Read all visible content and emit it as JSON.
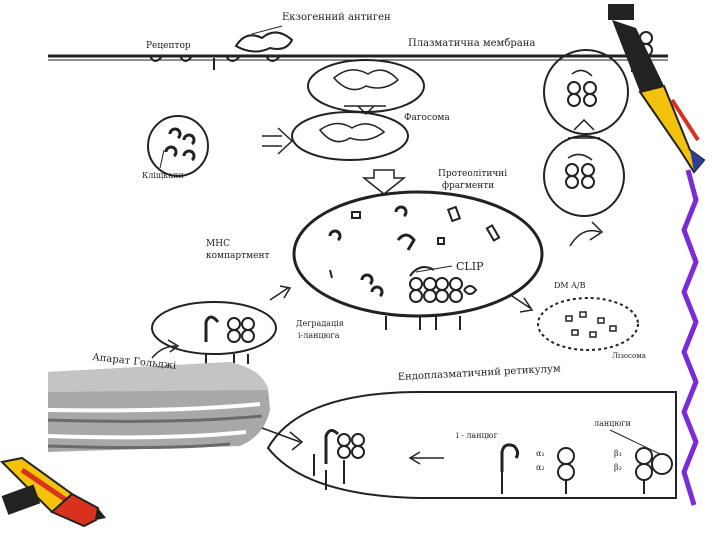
{
  "labels": {
    "exogenous_antigen": "Екзогенний антиген",
    "receptor": "Рецептор",
    "plasma_membrane": "Плазматична мембрана",
    "phagosome": "Фагосома",
    "cleavage": "Кліщкапи",
    "proteolytic": "Протеолітичні",
    "fragments": "фрагменти",
    "mhc": "МНС",
    "compartment": "компартмент",
    "clip": "CLIP",
    "dm_ab": "DM A/B",
    "degradation": "Деградація",
    "chain": "і-ланцюга",
    "golgi": "Апарат Гольджі",
    "lysosome": "Лізосома",
    "er": "Ендоплазматичний ретикулум",
    "i_chain": "і - ланцюг",
    "chains": "ланцюги",
    "alpha1": "α₁",
    "alpha2": "α₂",
    "beta1": "β₁",
    "beta2": "β₂"
  },
  "colors": {
    "ink": "#222222",
    "golgi_fill": "#a8a8a8",
    "golgi_dark": "#6a6a6a",
    "purple_border": "#7a2bd6",
    "pencil_yellow": "#f4c20d",
    "pencil_red": "#d8321f",
    "pencil_blue": "#2c3f9e"
  },
  "decor": [
    "pencil-icon-top-right",
    "pencil-icon-bottom-left",
    "purple-zigzag-border"
  ]
}
